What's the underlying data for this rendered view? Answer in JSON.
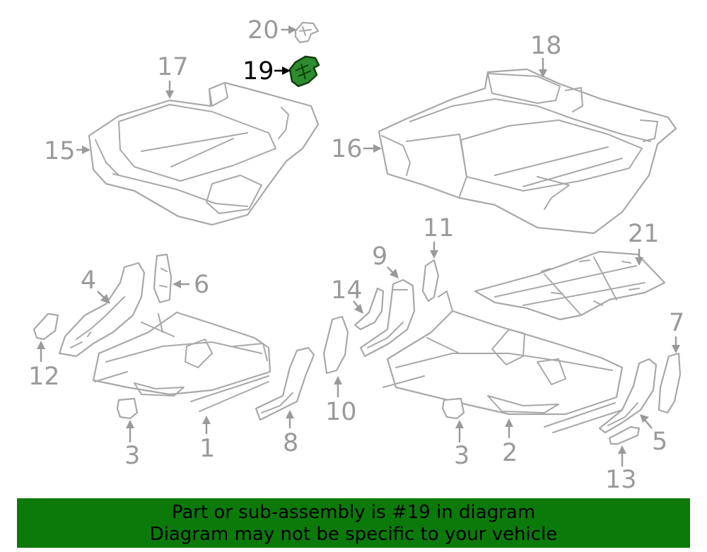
{
  "diagram": {
    "highlighted_part": "19",
    "callouts": {
      "c1": "1",
      "c2": "2",
      "c3a": "3",
      "c3b": "3",
      "c4": "4",
      "c5": "5",
      "c6": "6",
      "c7": "7",
      "c8": "8",
      "c9": "9",
      "c10": "10",
      "c11": "11",
      "c12": "12",
      "c13": "13",
      "c14": "14",
      "c15": "15",
      "c16": "16",
      "c17": "17",
      "c18": "18",
      "c19": "19",
      "c20": "20",
      "c21": "21"
    },
    "colors": {
      "part_line": "#a8a8a8",
      "highlight_fill": "#2e8b2e",
      "banner_bg": "#0b7a0b"
    }
  },
  "banner": {
    "line1": "Part or sub-assembly is #19 in diagram",
    "line2": "Diagram may not be specific to your vehicle"
  }
}
